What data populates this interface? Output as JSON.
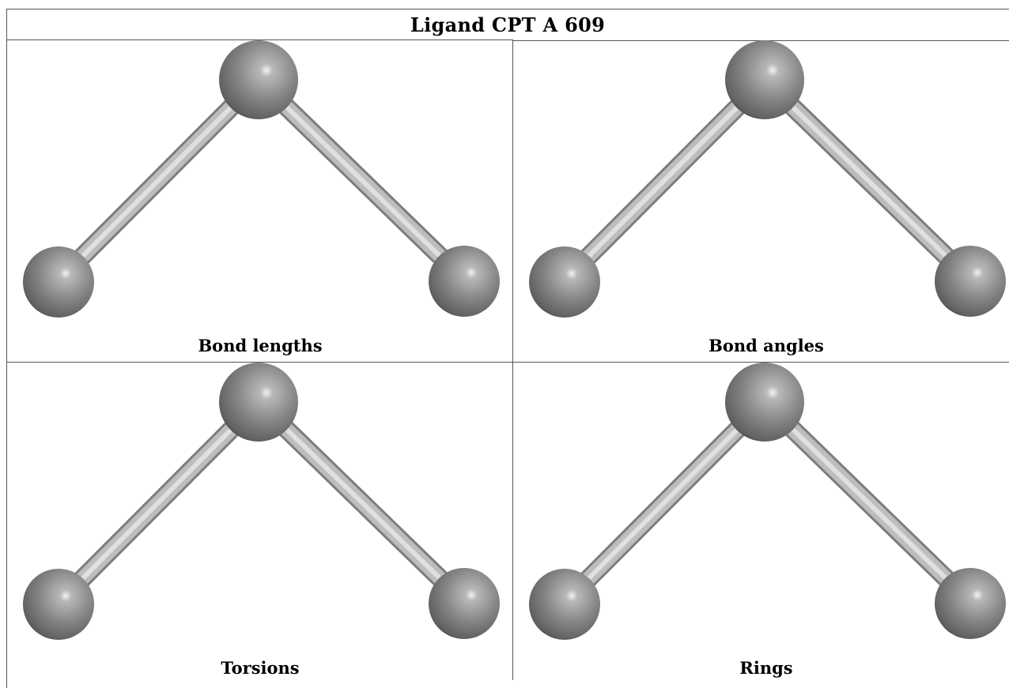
{
  "title": "Ligand CPT A 609",
  "panels": [
    {
      "label": "Bond lengths"
    },
    {
      "label": "Bond angles"
    },
    {
      "label": "Torsions"
    },
    {
      "label": "Rings"
    }
  ],
  "colors": {
    "atom": "#7a7a7a",
    "bond": "#b5b5b5",
    "grid_line": "#555555"
  }
}
